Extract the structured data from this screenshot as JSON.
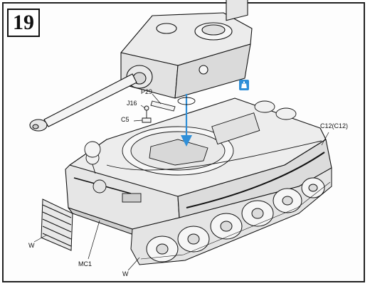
{
  "step": {
    "number": "19"
  },
  "callouts": {
    "p29": "P29",
    "j16": "J16",
    "c5": "C5",
    "c12": "C12(C12)",
    "w_left": "W",
    "mc1": "MC1",
    "w_bottom": "W"
  },
  "icons": {
    "glue": "cement-glue-icon"
  },
  "colors": {
    "line": "#111111",
    "arrow": "#2f8fd8",
    "glue_badge": "#2f8fd8"
  }
}
